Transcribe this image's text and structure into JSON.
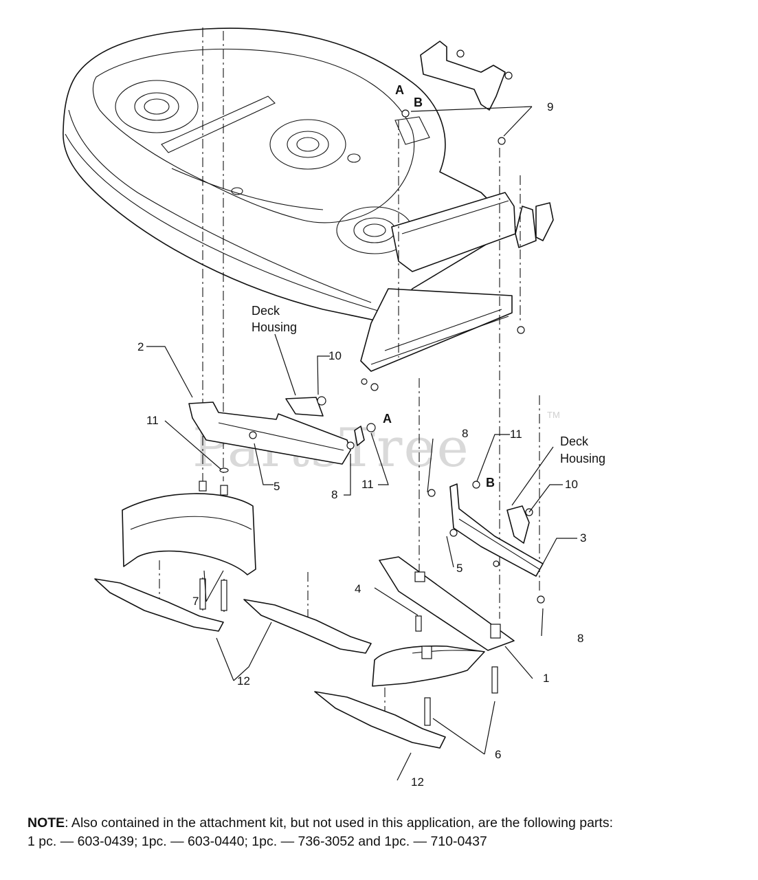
{
  "watermark": {
    "text": "PartsTree",
    "trademark": "TM"
  },
  "callouts": {
    "c1": "1",
    "c2": "2",
    "c3": "3",
    "c4": "4",
    "c5a": "5",
    "c5b": "5",
    "c6": "6",
    "c7": "7",
    "c8a": "8",
    "c8b": "8",
    "c8c": "8",
    "c9": "9",
    "c10a": "10",
    "c10b": "10",
    "c11a": "11",
    "c11b": "11",
    "c11c": "11",
    "c12a": "12",
    "c12b": "12"
  },
  "letters": {
    "a1": "A",
    "b1": "B",
    "a2": "A",
    "b2": "B"
  },
  "labels": {
    "deck_housing_left_line1": "Deck",
    "deck_housing_left_line2": "Housing",
    "deck_housing_right_line1": "Deck",
    "deck_housing_right_line2": "Housing"
  },
  "note": {
    "label": "NOTE",
    "line1": ": Also contained in the attachment kit, but not used in this application, are the following parts:",
    "line2": "1 pc. — 603-0439; 1pc. — 603-0440; 1pc. — 736-3052 and 1pc. — 710-0437"
  }
}
